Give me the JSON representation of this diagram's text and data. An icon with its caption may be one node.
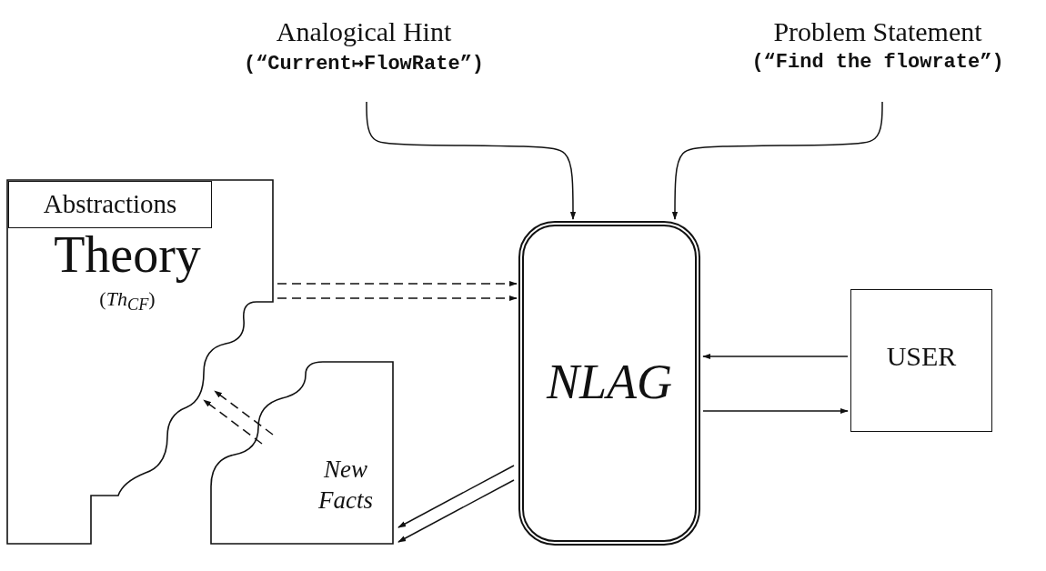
{
  "diagram": {
    "nodes": [
      {
        "text": [
          "Analogical Hint",
          "(“Current↦FlowRate”)"
        ]
      },
      {
        "text": [
          "Problem Statement",
          "(“Find the flowrate”)"
        ]
      },
      {
        "text": [
          "Theory",
          "(*Th*$_{CF}$)"
        ]
      },
      {
        "text": [
          "Abstractions"
        ],
        "in": 2
      },
      {
        "text": [
          "New Facts"
        ]
      },
      {
        "text": [
          "NLAG"
        ]
      },
      {
        "text": [
          "USER"
        ]
      }
    ],
    "edges": [
      {
        "from": 0,
        "to": 5,
        "arrow": "to"
      },
      {
        "from": 1,
        "to": 5,
        "arrow": "to"
      },
      {
        "from": 2,
        "to": 5,
        "arrow": "to",
        "style": "dashed"
      },
      {
        "from": 2,
        "to": 5,
        "arrow": "to",
        "style": "dashed"
      },
      {
        "from": 4,
        "to": 2,
        "arrow": "to",
        "style": "dashed"
      },
      {
        "from": 4,
        "to": 2,
        "arrow": "to",
        "style": "dashed"
      },
      {
        "from": 5,
        "to": 4,
        "arrow": "to"
      },
      {
        "from": 5,
        "to": 4,
        "arrow": "to"
      },
      {
        "from": 6,
        "to": 5,
        "arrow": "to"
      },
      {
        "from": 5,
        "to": 6,
        "arrow": "to"
      }
    ]
  }
}
